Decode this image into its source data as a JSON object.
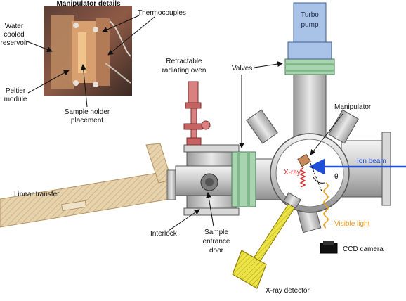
{
  "inset": {
    "title": "Manipulator details"
  },
  "labels": {
    "water_cooled": [
      "Water",
      "cooled",
      "reservoir"
    ],
    "thermocouples": "Thermocouples",
    "peltier": [
      "Peltier",
      "module"
    ],
    "sample_holder": [
      "Sample holder",
      "placement"
    ],
    "turbo_pump": [
      "Turbo",
      "pump"
    ],
    "retractable_oven": [
      "Retractable",
      "radiating oven"
    ],
    "valves": "Valves",
    "manipulator": "Manipulator",
    "ion_beam": "Ion beam",
    "xray": "X-ray",
    "theta": "θ",
    "linear_transfer": "Linear transfer",
    "visible_light": "Visible light",
    "ccd_camera": "CCD camera",
    "interlock": "Interlock",
    "sample_entrance": [
      "Sample",
      "entrance",
      "door"
    ],
    "xray_detector": "X-ray detector"
  },
  "colors": {
    "ion_beam": "#1d4ed8",
    "xray": "#d62828",
    "visible_light": "#f39c12",
    "valve_green": "#a8d5b0",
    "turbo_blue": "#a9c3e8",
    "oven_red": "#d98080",
    "detector_yellow": "#e6dc2a",
    "transfer_tan": "#dcc49a"
  }
}
